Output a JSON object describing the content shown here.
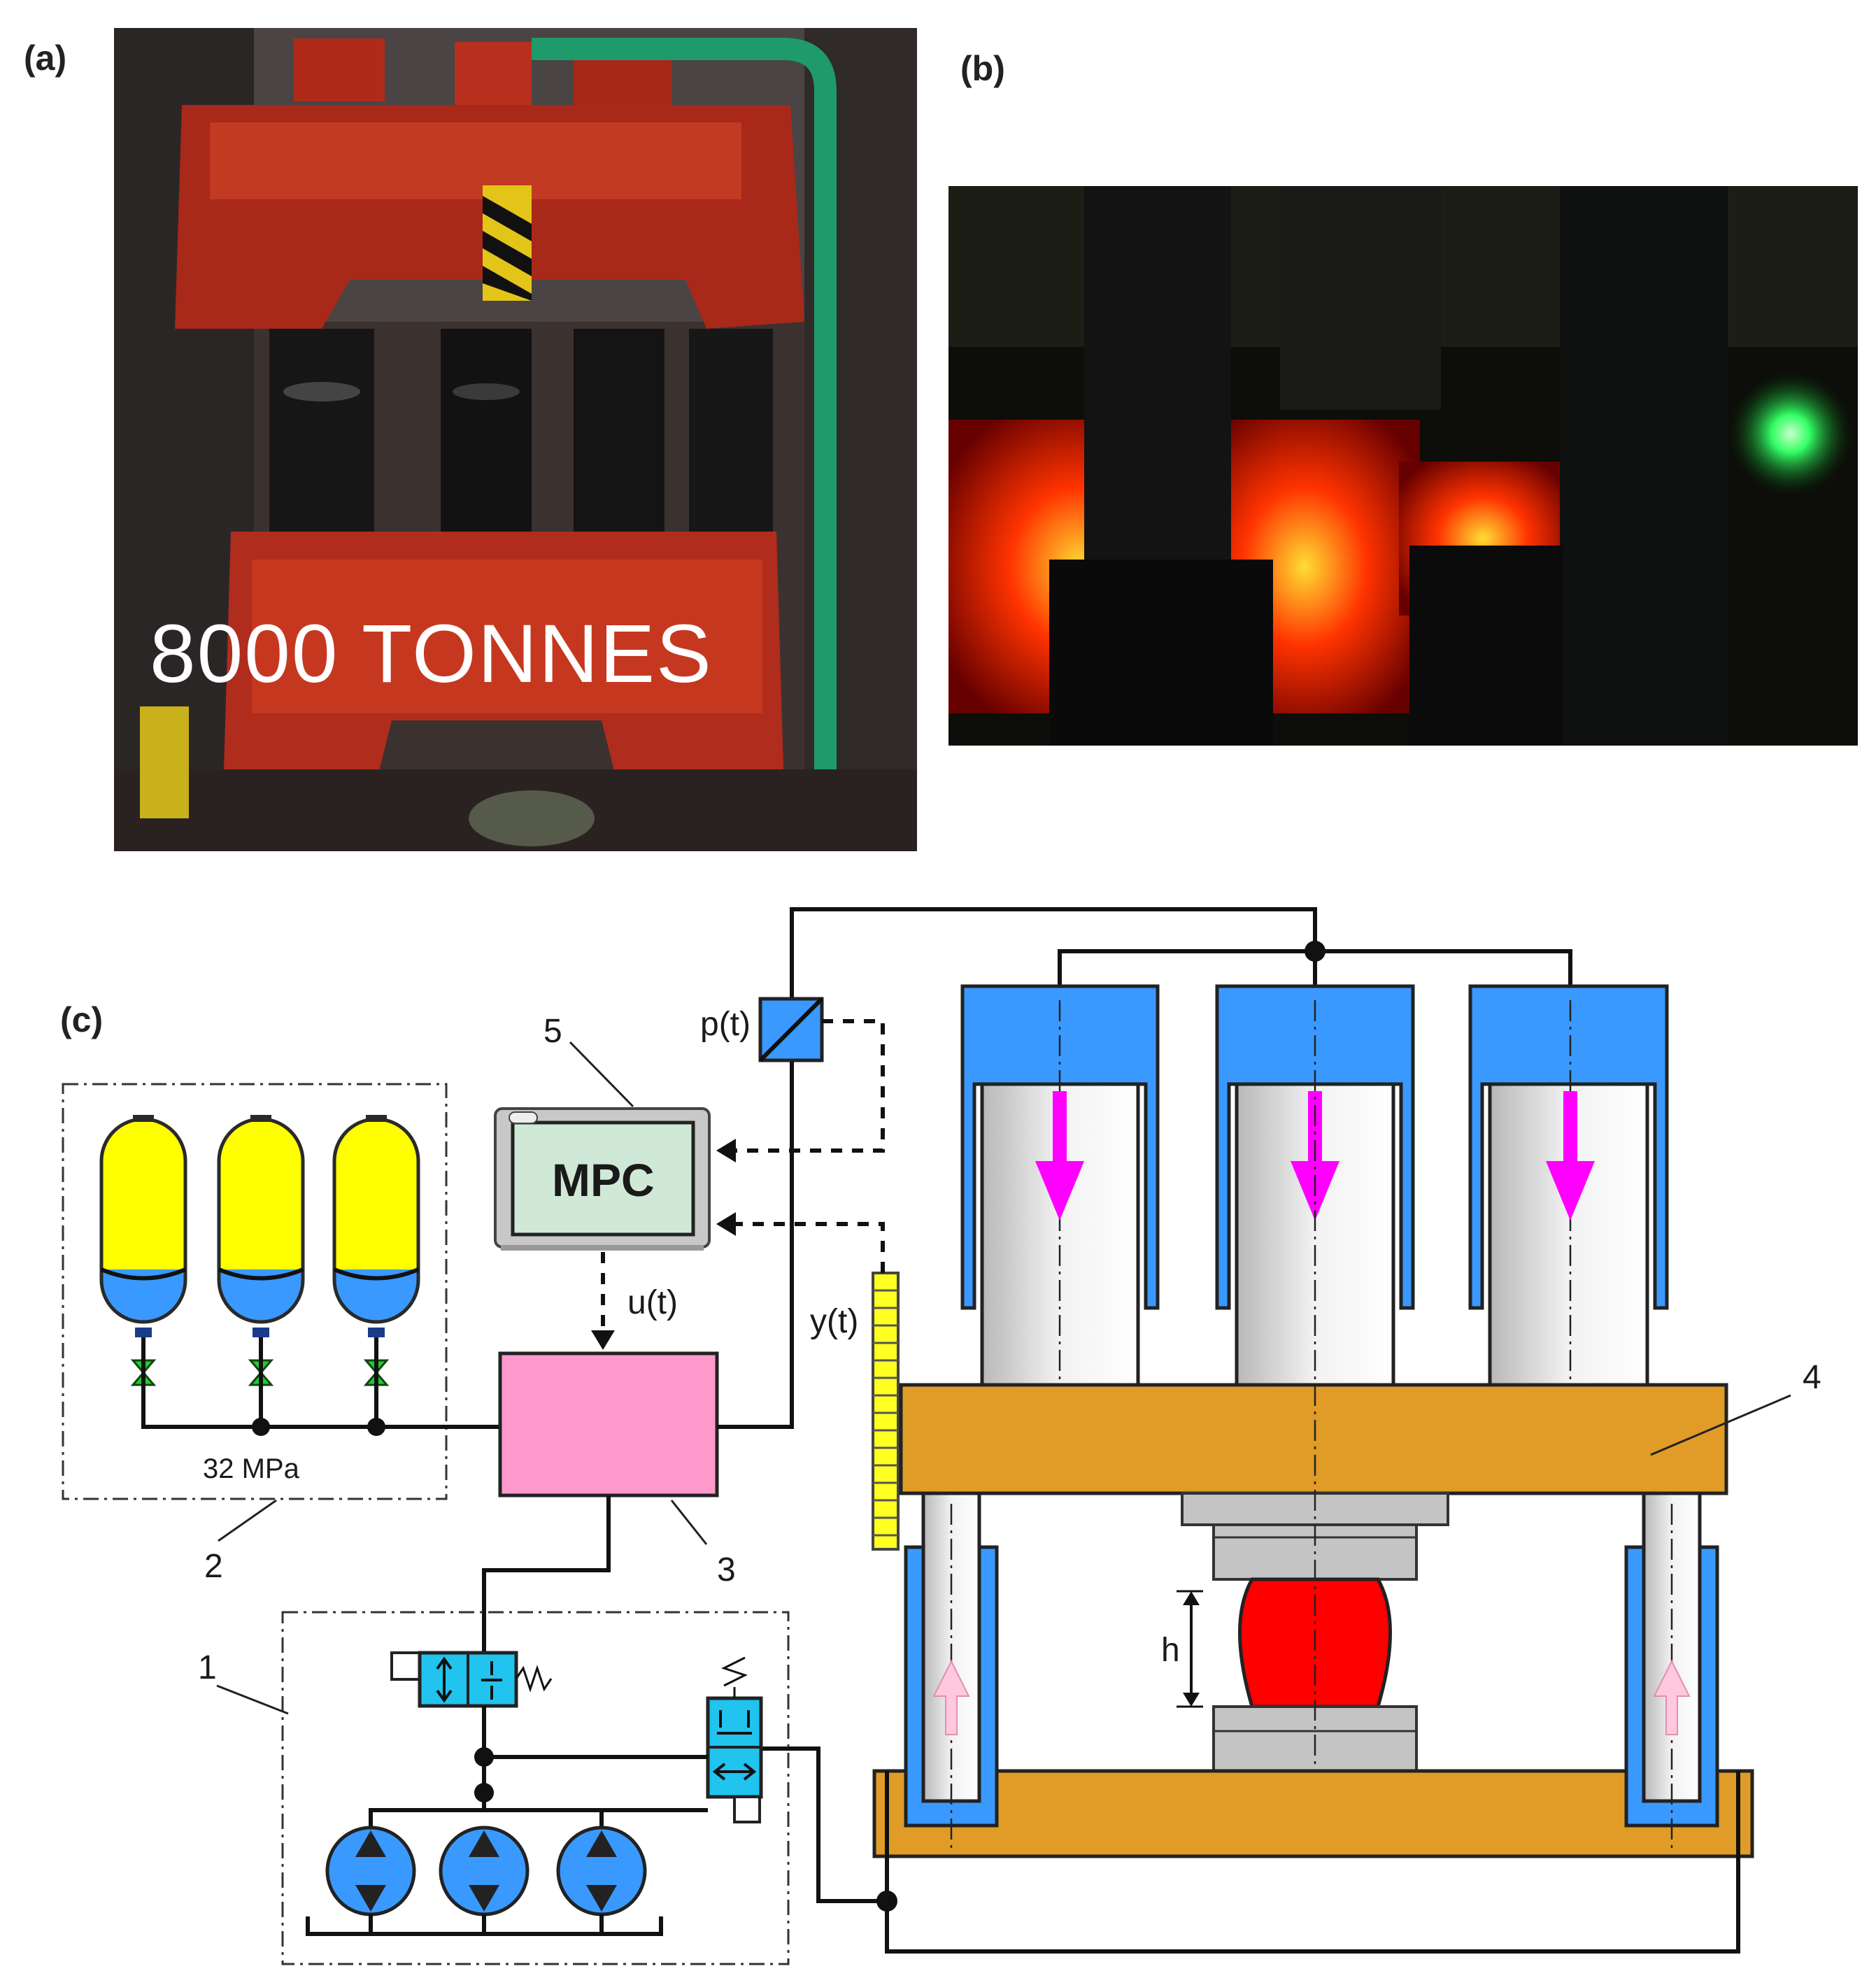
{
  "panels": {
    "a": {
      "label": "(a)",
      "overlay_text": "8000 TONNES"
    },
    "b": {
      "label": "(b)"
    },
    "c": {
      "label": "(c)"
    }
  },
  "diagram": {
    "controller_label": "MPC",
    "signal_pressure": "p(t)",
    "signal_position": "y(t)",
    "signal_control": "u(t)",
    "accumulator_pressure": "32 MPa",
    "gap_label": "h",
    "callouts": [
      "1",
      "2",
      "3",
      "4",
      "5"
    ]
  },
  "colors": {
    "cylinder_blue": "#3a99ff",
    "accumulator_yellow": "#ffff00",
    "valve_pink": "#ff99cc",
    "crosshead_orange": "#e09c26",
    "valve_cyan": "#20c4ee",
    "arrow_magenta": "#ff00ff",
    "workpiece_red": "#ff0000",
    "monitor_screen": "#cfe9d6"
  }
}
